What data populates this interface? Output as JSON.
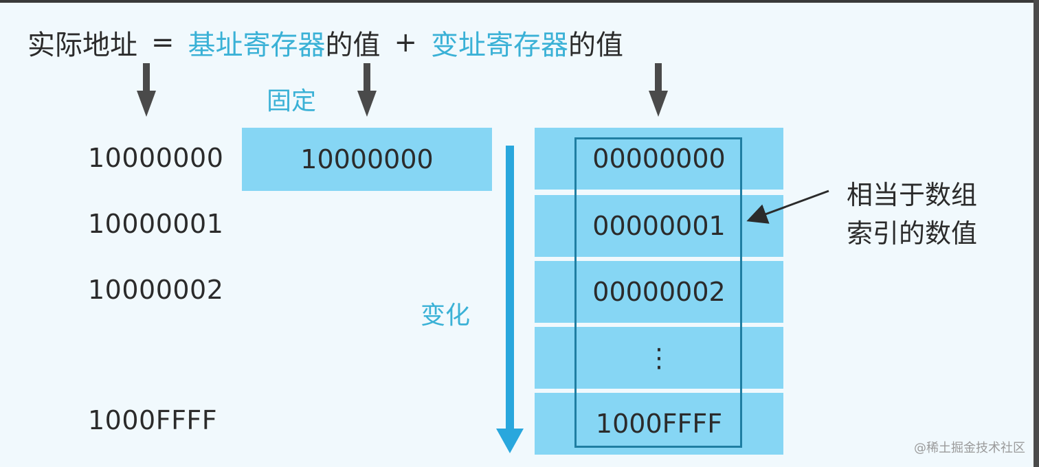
{
  "formula": {
    "actual_address": "实际地址",
    "equals": "=",
    "base_register": "基址寄存器",
    "of_value_1": "的值",
    "plus": "+",
    "index_register": "变址寄存器",
    "of_value_2": "的值"
  },
  "labels": {
    "fixed": "固定",
    "change": "变化"
  },
  "actual_addresses": [
    "10000000",
    "10000001",
    "10000002",
    "1000FFFF"
  ],
  "base_value": "10000000",
  "index_values": [
    "00000000",
    "00000001",
    "00000002",
    "⋮",
    "1000FFFF"
  ],
  "note": {
    "line1": "相当于数组",
    "line2": "索引的数值"
  },
  "watermark": "@稀土掘金技术社区",
  "colors": {
    "accent": "#3ab1d6",
    "cell_fill": "#86d6f4",
    "frame": "#1f7ea2",
    "text": "#2b2b2b",
    "arrow_dark": "#4a4a4a",
    "arrow_blue": "#29a7dd"
  }
}
